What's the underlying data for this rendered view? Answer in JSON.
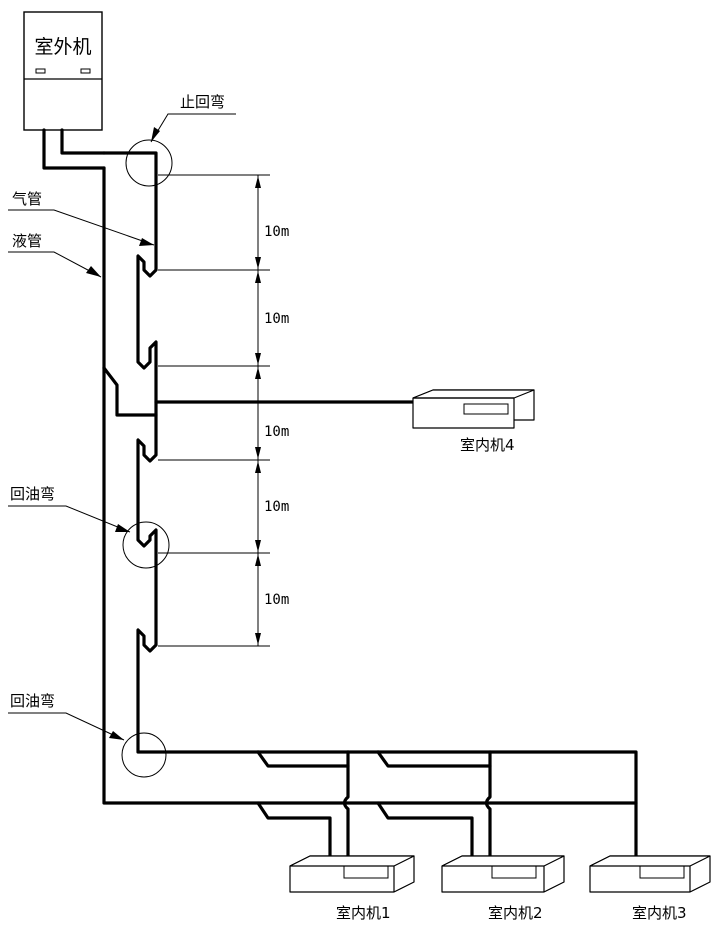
{
  "outdoor_unit": {
    "label": "室外机"
  },
  "labels": {
    "anti_return_bend": "止回弯",
    "gas_pipe": "气管",
    "liquid_pipe": "液管",
    "oil_return_bend_1": "回油弯",
    "oil_return_bend_2": "回油弯"
  },
  "dimensions": [
    "10m",
    "10m",
    "10m",
    "10m",
    "10m"
  ],
  "indoor_units": [
    "室内机1",
    "室内机2",
    "室内机3",
    "室内机4"
  ]
}
